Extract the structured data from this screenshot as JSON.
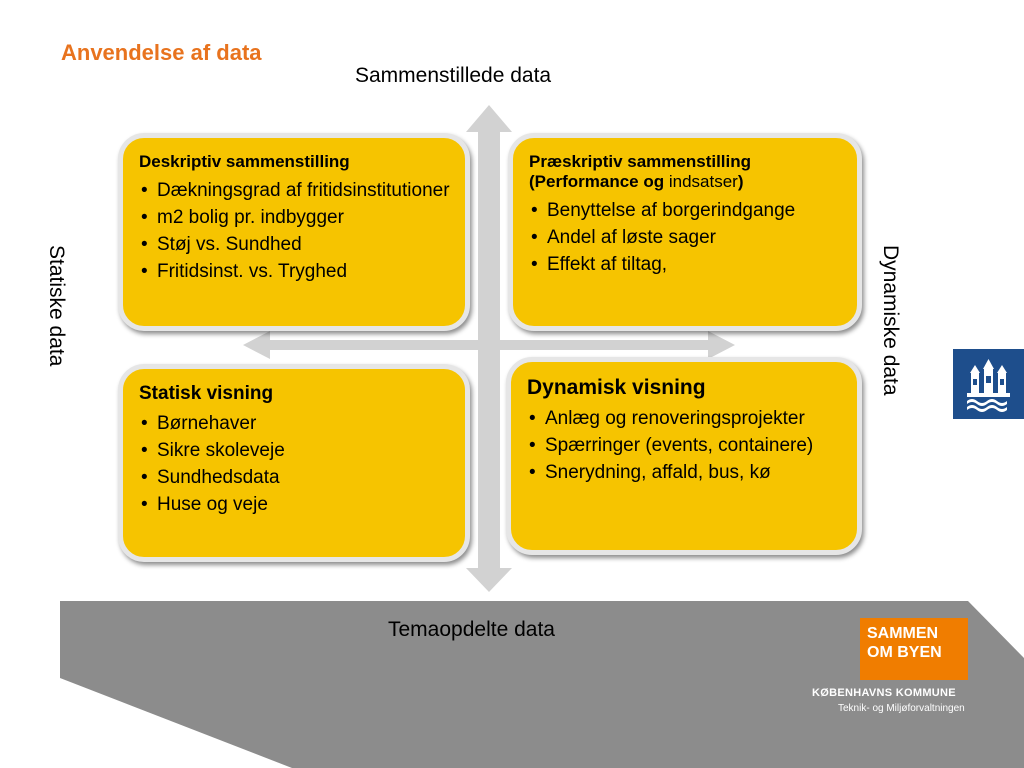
{
  "title": "Anvendelse af data",
  "axes": {
    "top": "Sammenstillede data",
    "bottom": "Temaopdelte data",
    "left": "Statiske data",
    "right": "Dynamiske data"
  },
  "quadrants": {
    "top_left": {
      "title": "Deskriptiv sammenstilling",
      "items": [
        "Dækningsgrad af fritidsinstitutioner",
        "m2 bolig pr. indbygger",
        "Støj vs. Sundhed",
        "Fritidsinst. vs. Tryghed"
      ]
    },
    "top_right": {
      "title_line1": "Præskriptiv sammenstilling",
      "title_line2_open": "(",
      "title_line2_bold": "Performance og",
      "title_line2_normal": " indsatser",
      "title_line2_close": ")",
      "items": [
        "Benyttelse af borgerindgange",
        "Andel af løste sager",
        "Effekt af tiltag,"
      ]
    },
    "bottom_left": {
      "title": "Statisk visning",
      "items": [
        "Børnehaver",
        "Sikre skoleveje",
        "Sundhedsdata",
        "Huse og veje"
      ]
    },
    "bottom_right": {
      "title": "Dynamisk visning",
      "items": [
        "Anlæg og renoveringsprojekter",
        "Spærringer (events, containere)",
        "Snerydning, affald, bus, kø"
      ]
    }
  },
  "branding": {
    "logo_line1": "SAMMEN",
    "logo_line2": "OM BYEN",
    "org_name": "KØBENHAVNS KOMMUNE",
    "department": "Teknik- og Miljøforvaltningen"
  },
  "colors": {
    "title": "#e8731e",
    "box_fill": "#f6c400",
    "arrow": "#d0d0d0",
    "band": "#8c8c8c",
    "logo": "#f07d00",
    "crest": "#1e4e8c"
  }
}
